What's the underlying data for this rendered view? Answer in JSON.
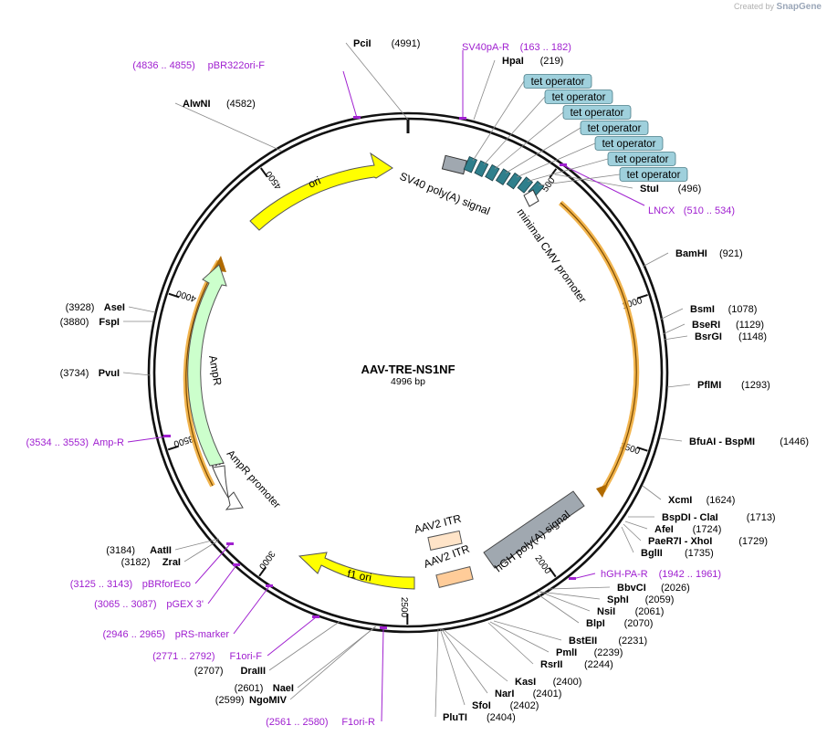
{
  "credit": {
    "prefix": "Created by",
    "brand": "SnapGene"
  },
  "plasmid": {
    "name": "AAV-TRE-NS1NF",
    "size_label": "4996 bp",
    "length": 4996
  },
  "colors": {
    "primer": "#a020d0",
    "ori": "#ffff00",
    "ampr": "#ccffcc",
    "cmv_arc": "#f0a830",
    "operator": "#9fd0dc",
    "polyA_gray": "#a0a8b0",
    "itr": "#ffcc99"
  },
  "ticks": [
    {
      "pos": 500,
      "label": "500"
    },
    {
      "pos": 1000,
      "label": "1000"
    },
    {
      "pos": 1500,
      "label": "1500"
    },
    {
      "pos": 2000,
      "label": "2000"
    },
    {
      "pos": 2500,
      "label": "2500"
    },
    {
      "pos": 3000,
      "label": "3000"
    },
    {
      "pos": 3500,
      "label": "3500"
    },
    {
      "pos": 4000,
      "label": "4000"
    },
    {
      "pos": 4500,
      "label": "4500"
    }
  ],
  "features": {
    "sv40_polya": "SV40 poly(A) signal",
    "min_cmv": "minimal CMV promoter",
    "ori": "ori",
    "ampr": "AmpR",
    "ampr_promoter": "AmpR promoter",
    "f1_ori": "f1 ori",
    "hgh_polya": "hGH poly(A) signal",
    "itr1": "AAV2 ITR",
    "itr2": "AAV2 ITR"
  },
  "operators": [
    "tet operator",
    "tet operator",
    "tet operator",
    "tet operator",
    "tet operator",
    "tet operator",
    "tet operator"
  ],
  "sites": [
    {
      "pos": 4991,
      "name": "PciI",
      "num": "(4991)"
    },
    {
      "pos": 219,
      "name": "HpaI",
      "num": "(219)"
    },
    {
      "pos": 496,
      "name": "StuI",
      "num": "(496)"
    },
    {
      "pos": 4582,
      "name": "AlwNI",
      "num": "(4582)"
    },
    {
      "pos": 921,
      "name": "BamHI",
      "num": "(921)"
    },
    {
      "pos": 1078,
      "name": "BsmI",
      "num": "(1078)"
    },
    {
      "pos": 1129,
      "name": "BseRI",
      "num": "(1129)"
    },
    {
      "pos": 1148,
      "name": "BsrGI",
      "num": "(1148)"
    },
    {
      "pos": 1293,
      "name": "PflMI",
      "num": "(1293)"
    },
    {
      "pos": 1446,
      "name": "BfuAI - BspMI",
      "num": "(1446)"
    },
    {
      "pos": 1624,
      "name": "XcmI",
      "num": "(1624)"
    },
    {
      "pos": 1713,
      "name": "BspDI - ClaI",
      "num": "(1713)"
    },
    {
      "pos": 1724,
      "name": "AfeI",
      "num": "(1724)"
    },
    {
      "pos": 1729,
      "name": "PaeR7I - XhoI",
      "num": "(1729)"
    },
    {
      "pos": 1735,
      "name": "BglII",
      "num": "(1735)"
    },
    {
      "pos": 2026,
      "name": "BbvCI",
      "num": "(2026)"
    },
    {
      "pos": 2059,
      "name": "SphI",
      "num": "(2059)"
    },
    {
      "pos": 2061,
      "name": "NsiI",
      "num": "(2061)"
    },
    {
      "pos": 2070,
      "name": "BlpI",
      "num": "(2070)"
    },
    {
      "pos": 2231,
      "name": "BstEII",
      "num": "(2231)"
    },
    {
      "pos": 2239,
      "name": "PmlI",
      "num": "(2239)"
    },
    {
      "pos": 2244,
      "name": "RsrII",
      "num": "(2244)"
    },
    {
      "pos": 2400,
      "name": "KasI",
      "num": "(2400)"
    },
    {
      "pos": 2401,
      "name": "NarI",
      "num": "(2401)"
    },
    {
      "pos": 2402,
      "name": "SfoI",
      "num": "(2402)"
    },
    {
      "pos": 2404,
      "name": "PluTI",
      "num": "(2404)"
    },
    {
      "pos": 2601,
      "name": "NaeI",
      "num": "(2601)"
    },
    {
      "pos": 2599,
      "name": "NgoMIV",
      "num": "(2599)"
    },
    {
      "pos": 2707,
      "name": "DraIII",
      "num": "(2707)"
    },
    {
      "pos": 3184,
      "name": "AatII",
      "num": "(3184)"
    },
    {
      "pos": 3182,
      "name": "ZraI",
      "num": "(3182)"
    },
    {
      "pos": 3734,
      "name": "PvuI",
      "num": "(3734)"
    },
    {
      "pos": 3880,
      "name": "FspI",
      "num": "(3880)"
    },
    {
      "pos": 3928,
      "name": "AseI",
      "num": "(3928)"
    }
  ],
  "primers": [
    {
      "pos": 172,
      "name": "SV40pA-R",
      "num": "(163 .. 182)"
    },
    {
      "pos": 4846,
      "name": "pBR322ori-F",
      "num": "(4836 .. 4855)"
    },
    {
      "pos": 522,
      "name": "LNCX",
      "num": "(510 .. 534)"
    },
    {
      "pos": 1951,
      "name": "hGH-PA-R",
      "num": "(1942 .. 1961)"
    },
    {
      "pos": 2570,
      "name": "F1ori-R",
      "num": "(2561 .. 2580)"
    },
    {
      "pos": 2781,
      "name": "F1ori-F",
      "num": "(2771 .. 2792)"
    },
    {
      "pos": 2955,
      "name": "pRS-marker",
      "num": "(2946 .. 2965)"
    },
    {
      "pos": 3076,
      "name": "pGEX 3'",
      "num": "(3065 .. 3087)"
    },
    {
      "pos": 3134,
      "name": "pBRforEco",
      "num": "(3125 .. 3143)"
    },
    {
      "pos": 3543,
      "name": "Amp-R",
      "num": "(3534 .. 3553)"
    }
  ]
}
